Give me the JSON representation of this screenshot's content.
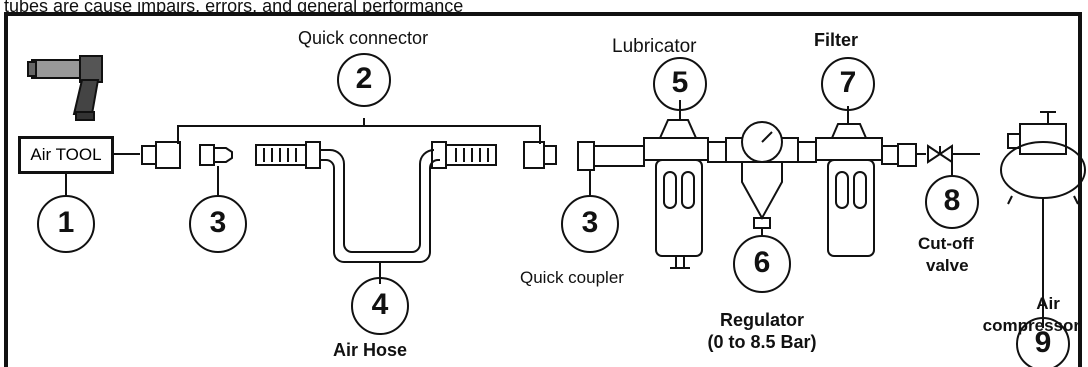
{
  "header_text": "tubes are cause impairs, errors, and general performance",
  "labels": {
    "air_tool": "Air TOOL",
    "quick_connector": "Quick connector",
    "lubricator": "Lubricator",
    "filter": "Filter",
    "quick_coupler": "Quick coupler",
    "cut_off_valve_line1": "Cut-off",
    "cut_off_valve_line2": "valve",
    "air_hose": "Air Hose",
    "regulator_line1": "Regulator",
    "regulator_line2": "(0 to 8.5 Bar)",
    "air_compressor_line1": "Air",
    "air_compressor_line2": "compressor"
  },
  "numbers": {
    "n1": "1",
    "n2": "2",
    "n3a": "3",
    "n3b": "3",
    "n4": "4",
    "n5": "5",
    "n6": "6",
    "n7": "7",
    "n8": "8",
    "n9": "9"
  },
  "colors": {
    "ink": "#111111",
    "background": "#ffffff"
  }
}
